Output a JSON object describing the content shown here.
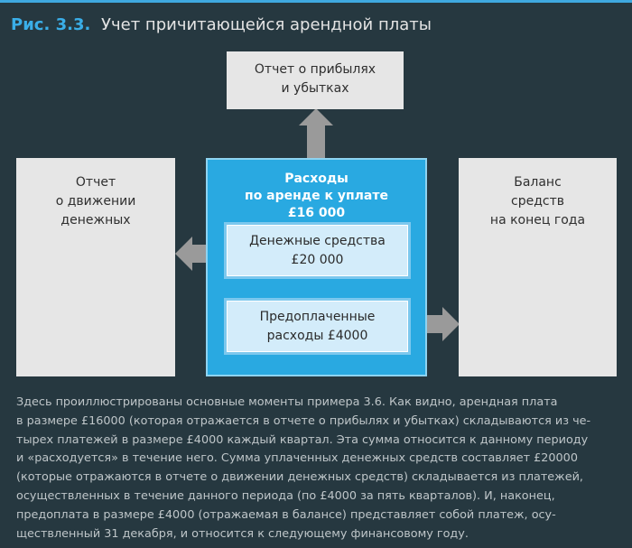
{
  "header": {
    "figure_label": "Рис. 3.3.",
    "title": "Учет причитающейся арендной платы"
  },
  "diagram": {
    "top_box": {
      "lines": [
        "Отчет о прибылях",
        "и убытках"
      ]
    },
    "left_box": {
      "lines": [
        "Отчет",
        "о движении",
        "денежных"
      ]
    },
    "right_box": {
      "lines": [
        "Баланс",
        "средств",
        "на конец года"
      ]
    },
    "center": {
      "title_lines": [
        "Расходы",
        "по аренде к уплате",
        "£16 000"
      ],
      "cash_box": {
        "lines": [
          "Денежные средства",
          "£20 000"
        ]
      },
      "prepaid_box": {
        "lines": [
          "Предоплаченные",
          "расходы £4000"
        ]
      }
    },
    "colors": {
      "background": "#263840",
      "accent_blue": "#29a9e1",
      "inner_blue": "#d3ecfa",
      "grey_box": "#e6e6e6",
      "arrow_grey": "#9a9a9a"
    }
  },
  "caption": {
    "lines": [
      "Здесь проиллюстрированы основные моменты примера 3.6. Как видно, арендная плата",
      "в размере £16000 (которая отражается в отчете о прибылях и убытках) складываются из че-",
      "тырех платежей в размере £4000 каждый квартал. Эта сумма относится к данному периоду",
      "и «расходуется» в течение него. Сумма уплаченных денежных средств составляет £20000",
      "(которые отражаются в отчете о движении денежных средств) складывается из платежей,",
      "осуществленных в течение данного периода (по £4000 за пять кварталов). И, наконец,",
      "предоплата в размере £4000 (отражаемая в балансе) представляет собой платеж, осу-",
      "ществленный 31 декабря, и относится к следующему финансовому году."
    ]
  }
}
